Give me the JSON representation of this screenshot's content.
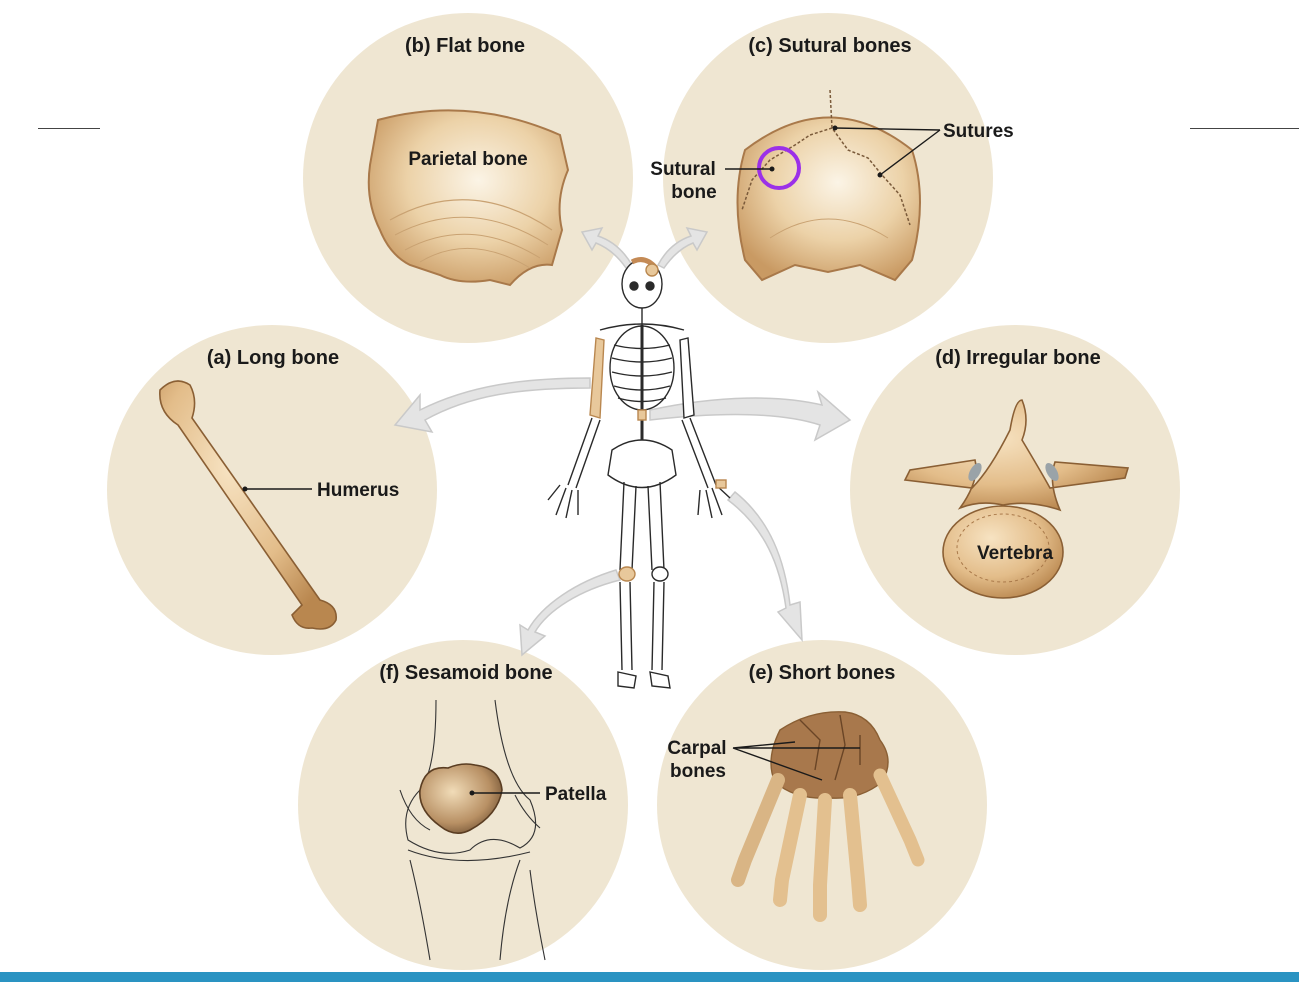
{
  "panels": {
    "flat": {
      "title": "(b) Flat bone",
      "label": "Parietal bone"
    },
    "sutural": {
      "title": "(c) Sutural bones",
      "label_line1": "Sutural",
      "label_line2": "bone",
      "sutures_label": "Sutures"
    },
    "long": {
      "title": "(a) Long bone",
      "label": "Humerus"
    },
    "irregular": {
      "title": "(d) Irregular bone",
      "label": "Vertebra"
    },
    "sesamoid": {
      "title": "(f) Sesamoid bone",
      "label": "Patella"
    },
    "short": {
      "title": "(e) Short bones",
      "label_line1": "Carpal",
      "label_line2": "bones"
    }
  },
  "colors": {
    "circle_fill": "#efe6d2",
    "bone_light": "#e8c89b",
    "bone_dark": "#b9874f",
    "highlight_ring": "#9b30e8",
    "bottom_bar": "#2a93c2"
  }
}
